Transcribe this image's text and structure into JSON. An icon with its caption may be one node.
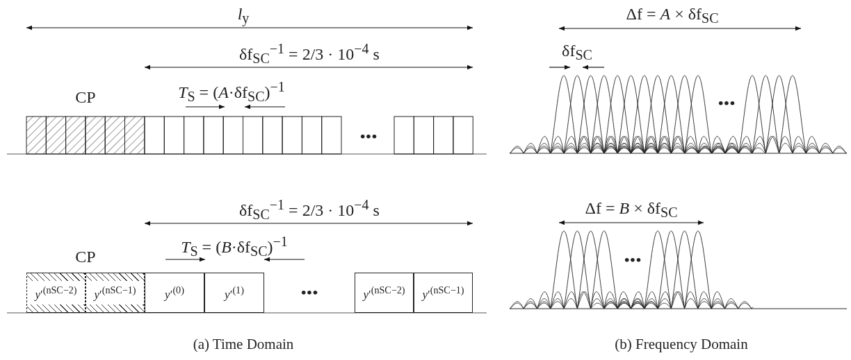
{
  "diagram": {
    "nodes": [
      {
        "text": [
          "*y*′$^{(nSC−2)}$"
        ]
      },
      {
        "text": [
          "*y*′$^{(nSC−1)}$"
        ]
      },
      {
        "text": [
          "*y*′$^{(0)}$"
        ]
      },
      {
        "text": [
          "*y*′$^{(1)}$"
        ]
      },
      {
        "text": [
          "*y*′$^{(nSC−2)}$"
        ]
      },
      {
        "text": [
          "*y*′$^{(nSC−1)}$"
        ]
      }
    ],
    "edges": [],
    "labels": [
      "*l*$_{y}$",
      "Δf = *A* × δf$_{SC}$",
      "δf$_{SC}$$^{−1}$ = 2/3 · 10$^{−4}$ s",
      "δf$_{SC}$",
      "CP",
      "*T*$_{S}$ = (*A*·δf$_{SC}$)$^{−1}$",
      "•••",
      "•••",
      "δf$_{SC}$$^{−1}$ = 2/3 · 10$^{−4}$ s",
      "Δf = *B* × δf$_{SC}$",
      "*T*$_{S}$ = (*B*·δf$_{SC}$)$^{−1}$",
      "CP",
      "•••",
      "•••",
      "(a) Time Domain",
      "(b) Frequency Domain"
    ]
  }
}
